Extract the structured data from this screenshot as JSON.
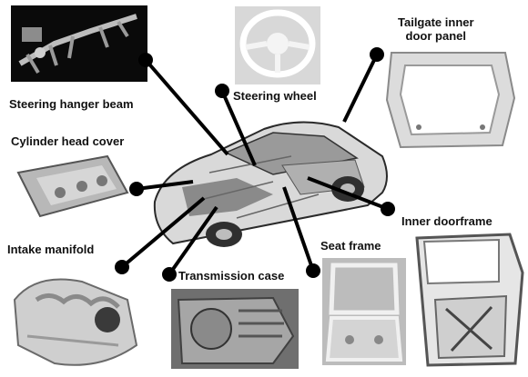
{
  "diagram": {
    "center": {
      "name": "car-cutaway"
    },
    "parts": [
      {
        "id": "steering-hanger-beam",
        "label": "Steering hanger beam"
      },
      {
        "id": "steering-wheel",
        "label": "Steering wheel"
      },
      {
        "id": "tailgate-inner-door-panel",
        "label": "Tailgate inner door panel",
        "lines": [
          "Tailgate inner",
          "door panel"
        ]
      },
      {
        "id": "cylinder-head-cover",
        "label": "Cylinder head cover"
      },
      {
        "id": "intake-manifold",
        "label": "Intake manifold"
      },
      {
        "id": "transmission-case",
        "label": "Transmission case"
      },
      {
        "id": "seat-frame",
        "label": "Seat frame"
      },
      {
        "id": "inner-doorframe",
        "label": "Inner doorframe"
      }
    ]
  }
}
